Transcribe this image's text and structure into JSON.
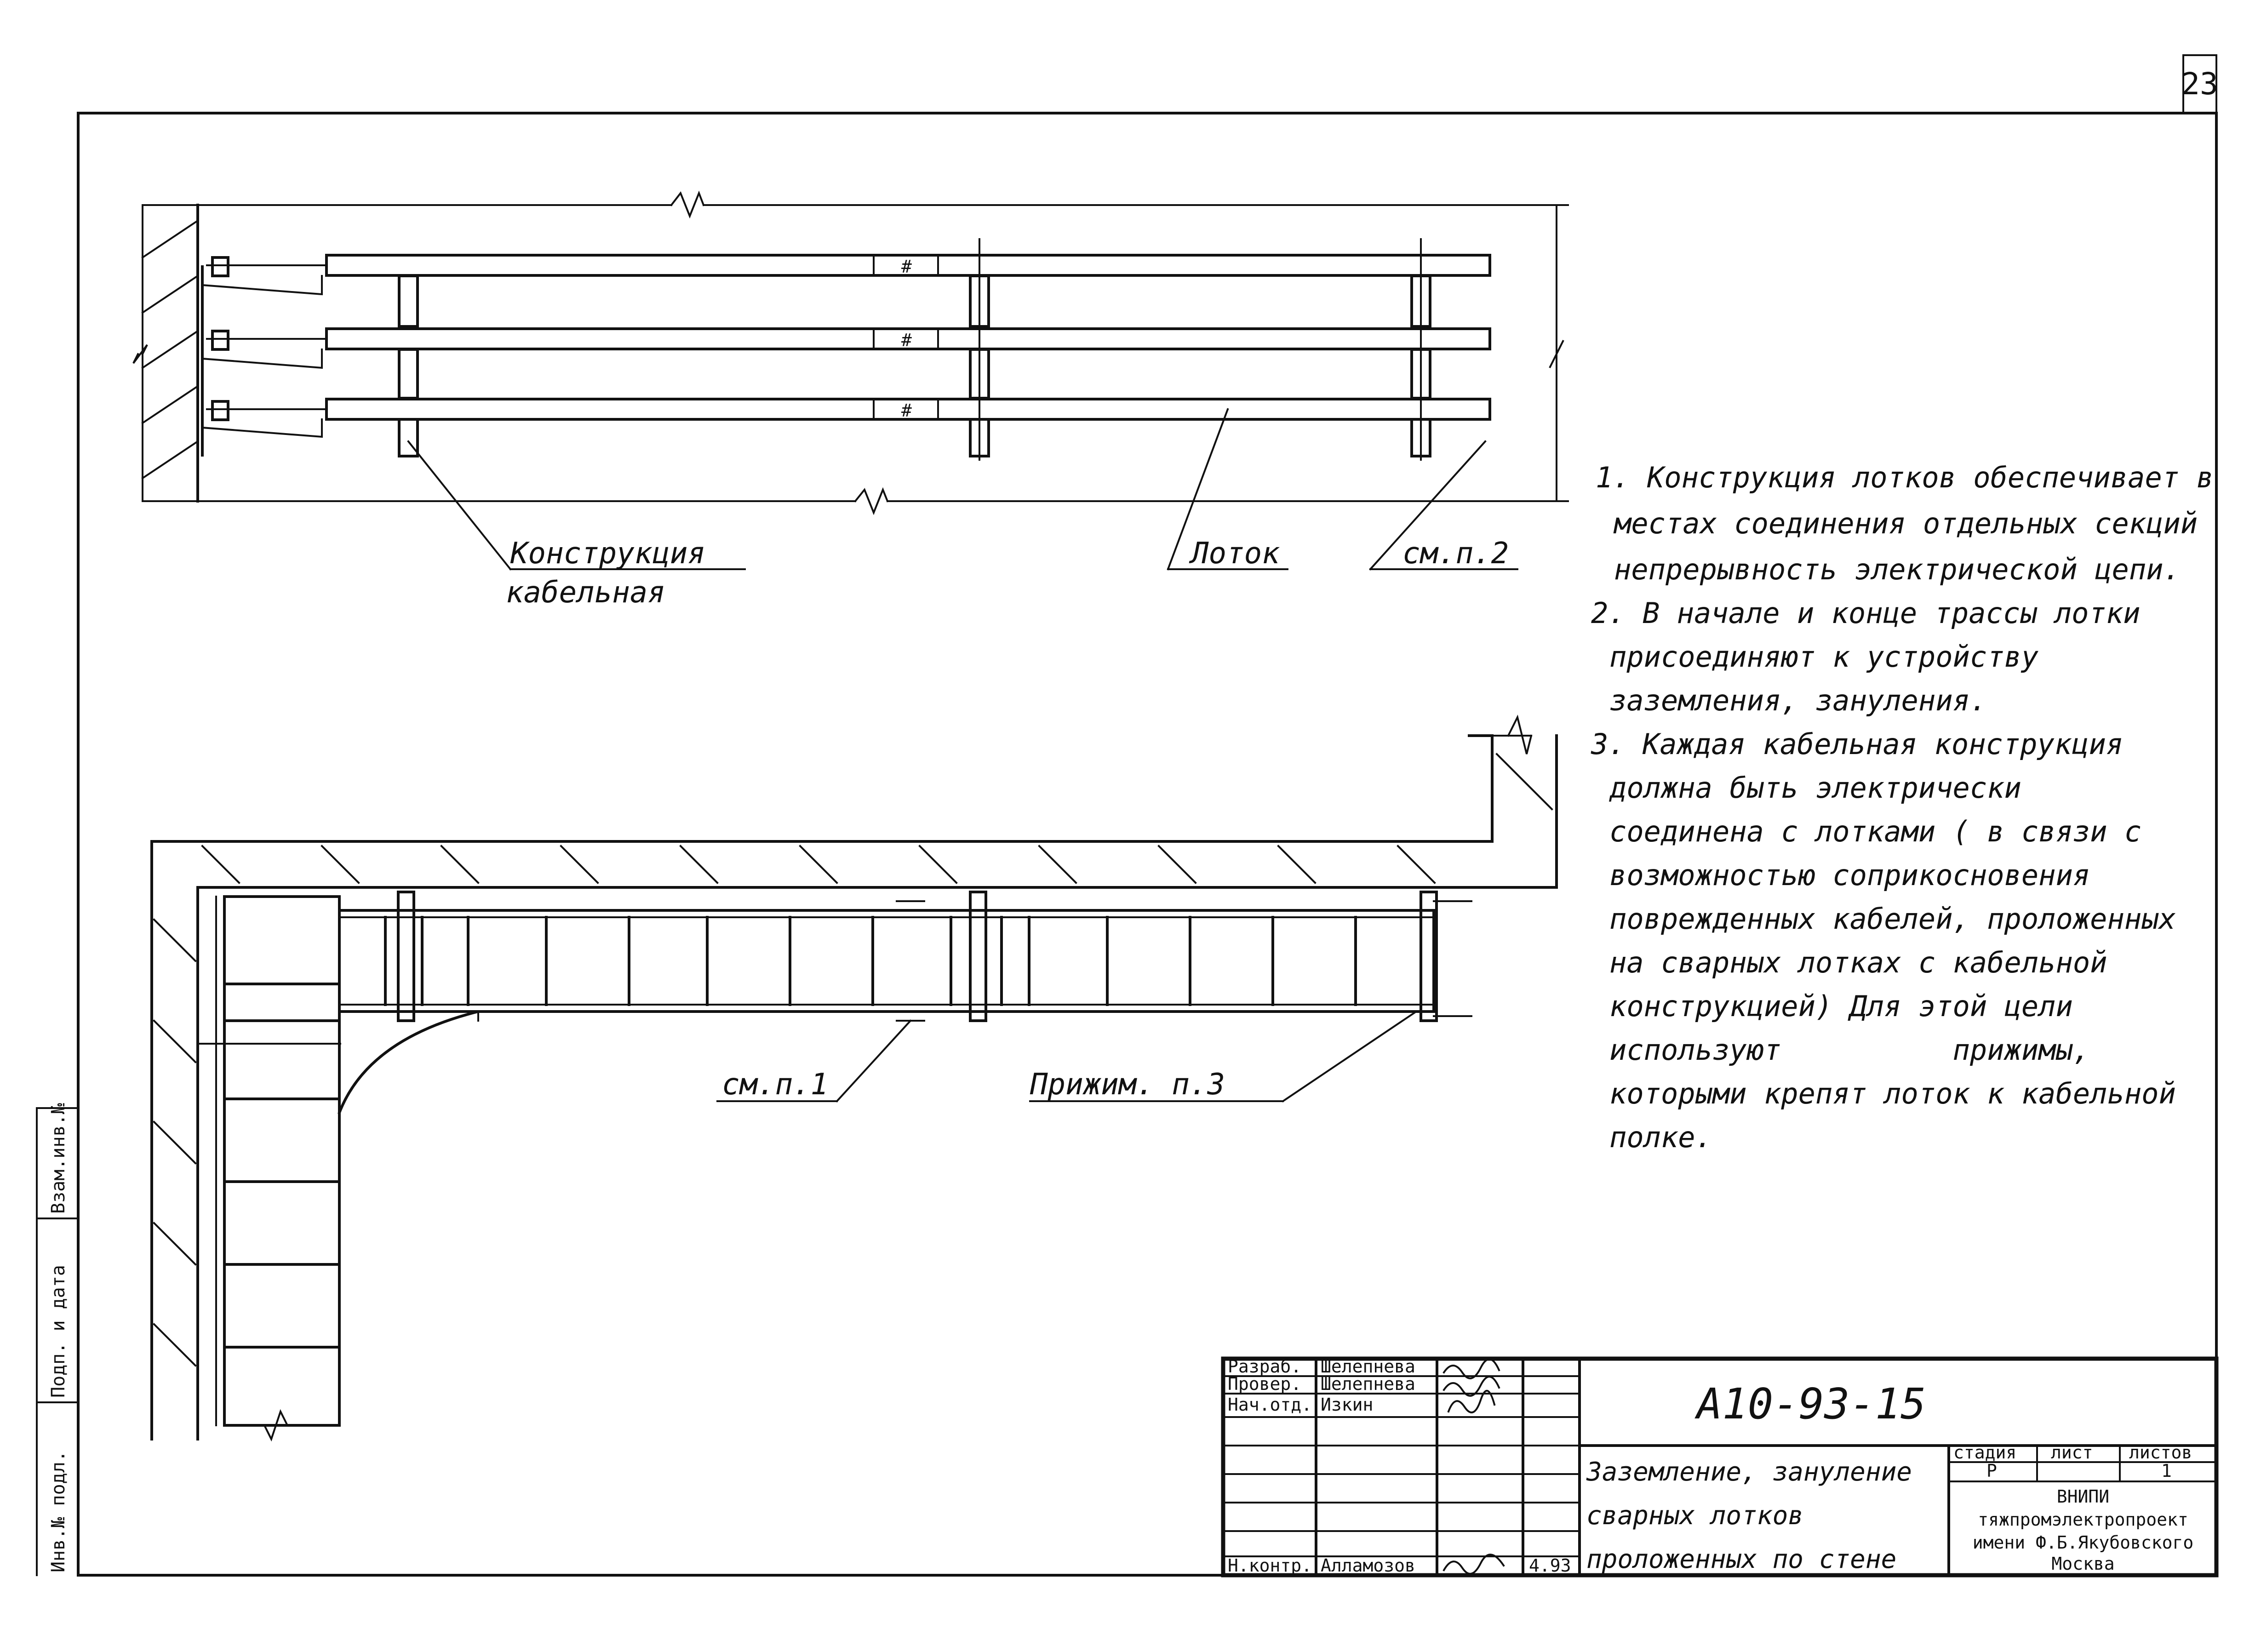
{
  "sheet_number": "23",
  "labels": {
    "construction_line1": "Конструкция",
    "construction_line2": "кабельная",
    "tray": "Лоток",
    "see_note2": "см.п.2",
    "see_note1": "см.п.1",
    "clamp_note3": "Прижим. п.3"
  },
  "notes": [
    "1. Конструкция лотков обеспечивает в",
    "местах соединения отдельных секций",
    "непрерывность электрической цепи.",
    "2. В начале и конце трассы лотки",
    "присоединяют к устройству",
    "заземления, зануления.",
    "3. Каждая кабельная конструкция",
    "должна быть электрически",
    "соединена с лотками ( в связи с",
    "возможностью соприкосновения",
    "поврежденных кабелей, проложенных",
    "на сварных лотках с кабельной",
    "конструкцией) Для этой цели",
    "используют          прижимы,",
    "которыми крепят лоток к кабельной",
    "полке."
  ],
  "title_block": {
    "rows": [
      {
        "role": "Разраб.",
        "name": "Шелепнева",
        "sign": "",
        "date": ""
      },
      {
        "role": "Провер.",
        "name": "Шелепнева",
        "sign": "",
        "date": ""
      },
      {
        "role": "Нач.отд.",
        "name": "Изкин",
        "sign": "",
        "date": ""
      },
      {
        "role": "",
        "name": "",
        "sign": "",
        "date": ""
      },
      {
        "role": "",
        "name": "",
        "sign": "",
        "date": ""
      },
      {
        "role": "",
        "name": "",
        "sign": "",
        "date": ""
      },
      {
        "role": "",
        "name": "",
        "sign": "",
        "date": ""
      },
      {
        "role": "Н.контр.",
        "name": "Алламозов",
        "sign": "",
        "date": "4.93"
      }
    ],
    "document_code": "А10-93-15",
    "title_lines": [
      "Заземление, зануление",
      "сварных лотков",
      "проложенных по стене"
    ],
    "stage_header": "стадия",
    "sheet_header": "лист",
    "sheets_header": "листов",
    "stage_value": "Р",
    "sheet_value": "",
    "sheets_value": "1",
    "org_lines": [
      "ВНИПИ",
      "тяжпромэлектропроект",
      "имени Ф.Б.Якубовского",
      "Москва"
    ]
  },
  "side_stamp": [
    "Инв.№ подл.",
    "Подп. и дата",
    "Взам.инв.№"
  ],
  "icons": {
    "break_mark": "break-line-icon",
    "signature": "signature-icon"
  }
}
